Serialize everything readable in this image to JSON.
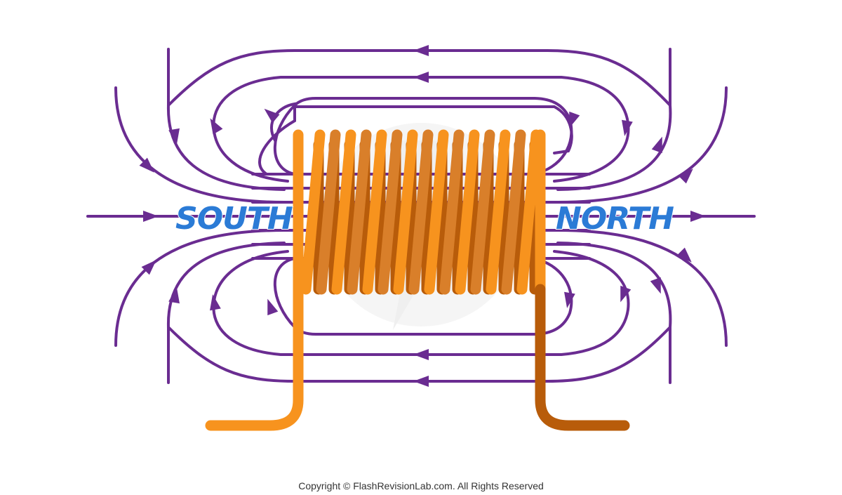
{
  "labels": {
    "south": "SOUTH",
    "north": "NORTH"
  },
  "footer": {
    "copyright": "Copyright © FlashRevisionLab.com. All Rights Reserved"
  },
  "colors": {
    "field_line": "#6a2c91",
    "coil_front": "#f7931e",
    "coil_back": "#b85c0a",
    "coil_mid": "#d97f2a",
    "pole_label_fill": "#2b7bd6",
    "pole_label_stroke": "#ffffff",
    "watermark": "#ececec"
  },
  "icons": {
    "direction_marker": "triangle-arrow-icon",
    "logo": "flash-revision-lab-logo"
  }
}
